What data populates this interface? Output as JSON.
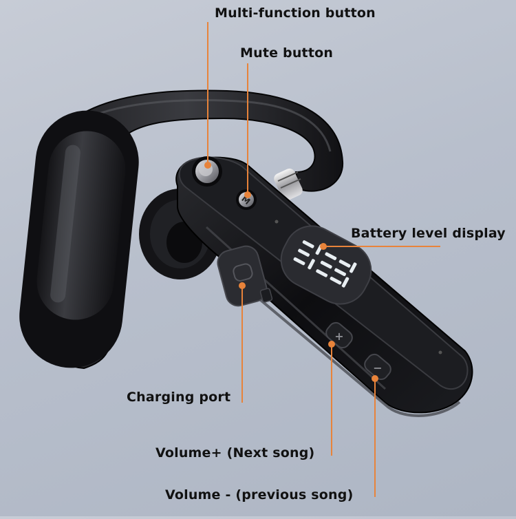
{
  "labels": {
    "multi_function": "Multi-function button",
    "mute": "Mute button",
    "battery": "Battery level display",
    "charging": "Charging port",
    "volume_plus": "Volume+ (Next song)",
    "volume_minus": "Volume - (previous song)"
  },
  "colors": {
    "background": "#b9c0cd",
    "leader": "#e8833a",
    "device": "#0e0e10",
    "led": "#e8eef2"
  },
  "device": {
    "mute_glyph": "M",
    "volume_plus_glyph": "+",
    "volume_minus_glyph": "−"
  }
}
